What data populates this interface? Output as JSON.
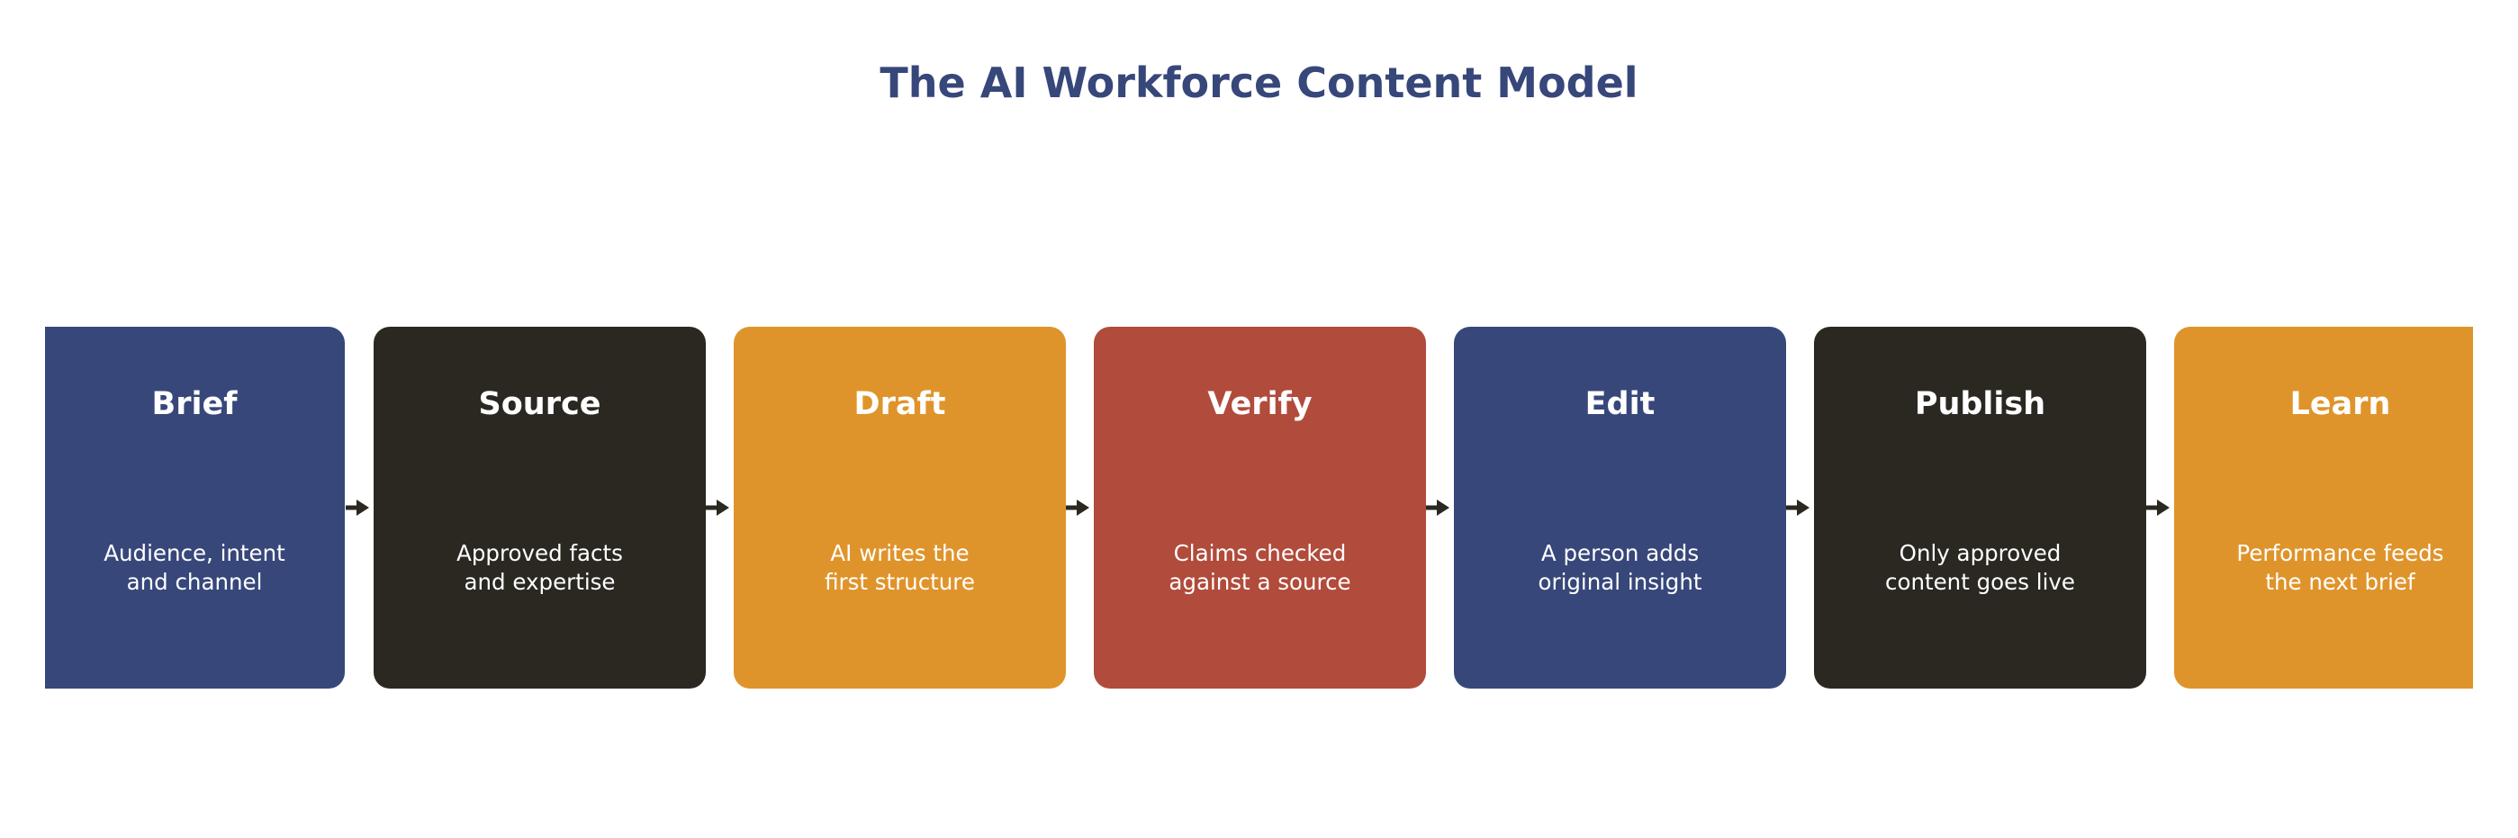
{
  "title": "The AI Workforce Content Model",
  "colors": {
    "title": "#37477a",
    "navy": "#37477a",
    "charcoal": "#2b2822",
    "orange": "#df942b",
    "red": "#b14b3b",
    "arrow": "#2b2822"
  },
  "steps": [
    {
      "title": "Brief",
      "desc": "Audience, intent\nand channel",
      "color": "#37477a"
    },
    {
      "title": "Source",
      "desc": "Approved facts\nand expertise",
      "color": "#2b2822"
    },
    {
      "title": "Draft",
      "desc": "AI writes the\nfirst structure",
      "color": "#df942b"
    },
    {
      "title": "Verify",
      "desc": "Claims checked\nagainst a source",
      "color": "#b14b3b"
    },
    {
      "title": "Edit",
      "desc": "A person adds\noriginal insight",
      "color": "#37477a"
    },
    {
      "title": "Publish",
      "desc": "Only approved\ncontent goes live",
      "color": "#2b2822"
    },
    {
      "title": "Learn",
      "desc": "Performance feeds\nthe next brief",
      "color": "#df942b"
    }
  ]
}
